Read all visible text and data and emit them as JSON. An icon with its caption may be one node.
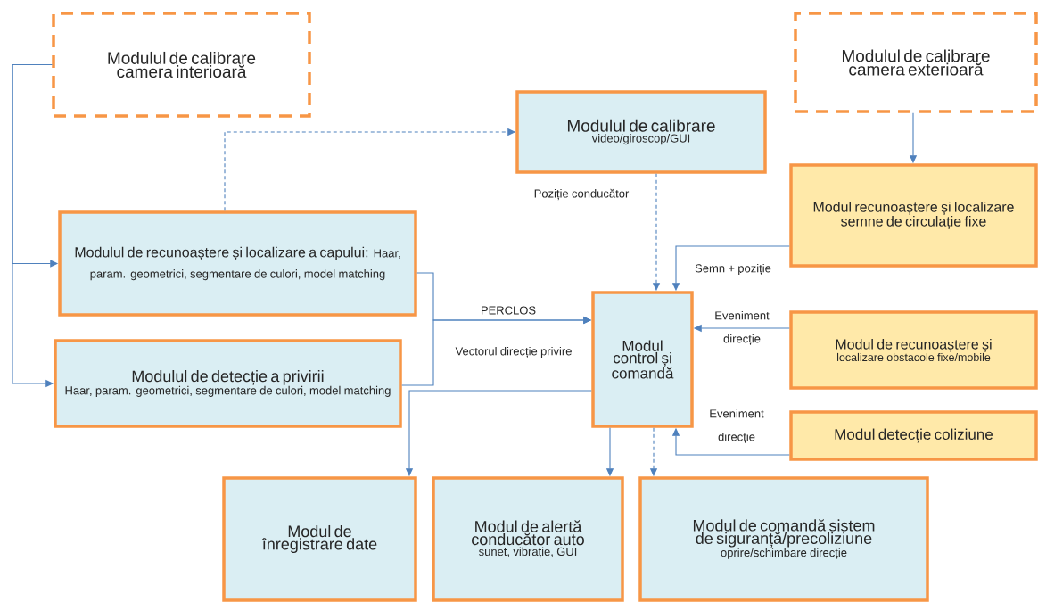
{
  "diagram": {
    "nodes": [
      {
        "text": [
          "Modulul de calibrare camera interioară"
        ]
      },
      {
        "text": [
          "Modulul de calibrare camera exterioară"
        ]
      },
      {
        "text": [
          "Modulul de calibrare",
          "video/giroscop/GUI"
        ]
      },
      {
        "text": [
          "Modulul de recunoaștere și localizare a capului:",
          "Haar, param. geometrici, segmentare de culori, model matching"
        ]
      },
      {
        "text": [
          "Modulul de detecție a privirii",
          "Haar, param. geometrici, segmentare de culori, model matching"
        ]
      },
      {
        "text": [
          "Modul recunoaștere și localizare semne de circulație fixe"
        ]
      },
      {
        "text": [
          "Modul control și comandă"
        ]
      },
      {
        "text": [
          "Modul de recunoaștere și",
          "localizare obstacole fixe/mobile"
        ]
      },
      {
        "text": [
          "Modul detecție coliziune"
        ]
      },
      {
        "text": [
          "Modul de înregistrare date"
        ]
      },
      {
        "text": [
          "Modul de alertă conducător auto",
          "sunet, vibrație, GUI"
        ]
      },
      {
        "text": [
          "Modul de comandă sistem de siguranță/precoliziune",
          "oprire/schimbare direcție"
        ]
      }
    ],
    "edges": [
      {
        "from": 0,
        "to": 3,
        "arrow": "to"
      },
      {
        "from": 0,
        "to": 4,
        "arrow": "to"
      },
      {
        "from": 3,
        "to": 2,
        "arrow": "to",
        "style": "dashed"
      },
      {
        "from": 2,
        "to": 6,
        "arrow": "to",
        "style": "dashed",
        "label": "Poziție conducător"
      },
      {
        "from": 1,
        "to": 5,
        "arrow": "to"
      },
      {
        "from": 5,
        "to": 6,
        "arrow": "to",
        "label": "Semn + poziție"
      },
      {
        "from": 3,
        "to": 6,
        "arrow": "to",
        "label": "PERCLOS"
      },
      {
        "from": 4,
        "to": 6,
        "arrow": "to",
        "label": "Vectorul direcție privire"
      },
      {
        "from": 7,
        "to": 6,
        "arrow": "to",
        "label": "Eveniment direcție"
      },
      {
        "from": 8,
        "to": 6,
        "arrow": "to",
        "label": "Eveniment direcție"
      },
      {
        "from": 6,
        "to": 9,
        "arrow": "to"
      },
      {
        "from": 6,
        "to": 10,
        "arrow": "to"
      },
      {
        "from": 6,
        "to": 11,
        "arrow": "to",
        "style": "dashed"
      }
    ]
  }
}
